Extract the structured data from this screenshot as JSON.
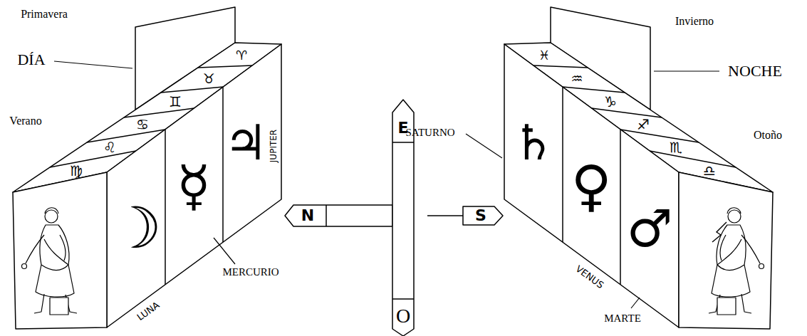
{
  "diagram": {
    "labels": [
      "Primavera",
      "DÍA",
      "Verano",
      "Invierno",
      "NOCHE",
      "Otoño",
      "SATURNO",
      "MERCURIO",
      "JUPITER",
      "LUNA",
      "VENUS",
      "MARTE",
      "N",
      "E",
      "S",
      "O",
      "♈",
      "♉",
      "♊",
      "♋",
      "♌",
      "♍",
      "☽",
      "☿",
      "♃",
      "♓",
      "♒",
      "♑",
      "♐",
      "♏",
      "♎",
      "♄",
      "♀",
      "♂"
    ]
  }
}
